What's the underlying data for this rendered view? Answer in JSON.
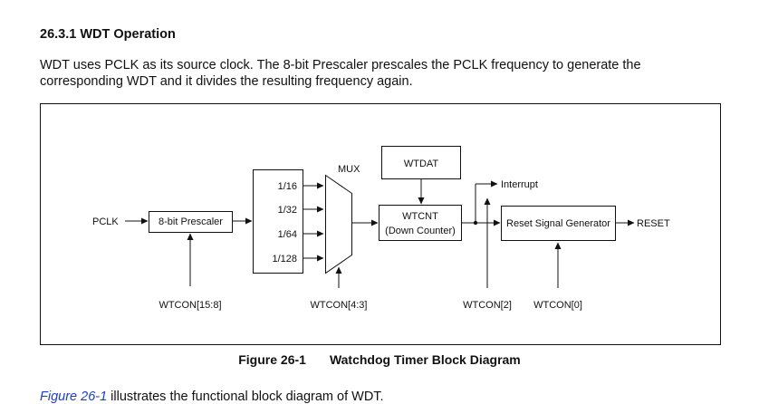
{
  "section": {
    "heading": "26.3.1 WDT Operation"
  },
  "paragraph": {
    "line1": "WDT uses PCLK as its source clock. The 8-bit Prescaler prescales the PCLK frequency to generate the",
    "line2": "corresponding WDT and it divides the resulting frequency again."
  },
  "diagram": {
    "input_label": "PCLK",
    "prescaler_label": "8-bit Prescaler",
    "dividers": [
      "1/16",
      "1/32",
      "1/64",
      "1/128"
    ],
    "mux_label": "MUX",
    "wtdat_label": "WTDAT",
    "wtcnt_label": "WTCNT",
    "wtcnt_sub": "(Down Counter)",
    "interrupt_label": "Interrupt",
    "reset_gen_label": "Reset Signal Generator",
    "reset_label": "RESET",
    "wtcon_prescaler": "WTCON[15:8]",
    "wtcon_mux": "WTCON[4:3]",
    "wtcon_interrupt": "WTCON[2]",
    "wtcon_reset": "WTCON[0]"
  },
  "figure": {
    "number": "Figure 26-1",
    "title": "Watchdog Timer Block Diagram"
  },
  "footer": {
    "link_text": "Figure 26-1",
    "text": " illustrates the functional block diagram of WDT."
  }
}
